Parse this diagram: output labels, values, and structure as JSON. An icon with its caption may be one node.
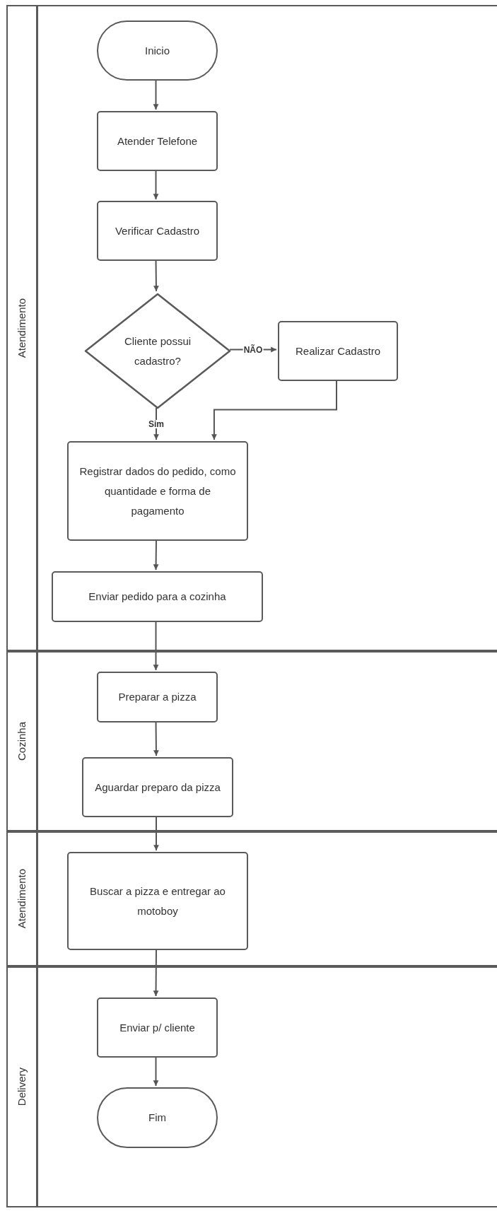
{
  "diagram": {
    "nodes": [
      {
        "text": [
          "Atendimento"
        ]
      },
      {
        "text": [
          "Inicio"
        ],
        "in": 0
      },
      {
        "text": [
          "Atender Telefone"
        ],
        "in": 0
      },
      {
        "text": [
          "Verificar Cadastro"
        ],
        "in": 0
      },
      {
        "text": [
          "Cliente possui cadastro?"
        ],
        "in": 0
      },
      {
        "text": [
          "Realizar Cadastro"
        ],
        "in": 0
      },
      {
        "text": [
          "Registrar dados do pedido, como quantidade e forma de pagamento"
        ],
        "in": 0
      },
      {
        "text": [
          "Enviar pedido para a cozinha"
        ],
        "in": 0
      },
      {
        "text": [
          "Cozinha"
        ]
      },
      {
        "text": [
          "Preparar a pizza"
        ],
        "in": 8
      },
      {
        "text": [
          "Aguardar preparo da pizza"
        ],
        "in": 8
      },
      {
        "text": [
          "Atendimento"
        ]
      },
      {
        "text": [
          "Buscar a pizza e entregar ao motoboy"
        ],
        "in": 11
      },
      {
        "text": [
          "Delivery"
        ]
      },
      {
        "text": [
          "Enviar p/ cliente"
        ],
        "in": 13
      },
      {
        "text": [
          "Fim"
        ],
        "in": 13
      }
    ],
    "edges": [
      {
        "from": 1,
        "to": 2,
        "arrow": "to"
      },
      {
        "from": 2,
        "to": 3,
        "arrow": "to"
      },
      {
        "from": 3,
        "to": 4,
        "arrow": "to"
      },
      {
        "from": 4,
        "to": 5,
        "arrow": "to",
        "label": "NÃO"
      },
      {
        "from": 4,
        "to": 6,
        "arrow": "to",
        "label": "Sim"
      },
      {
        "from": 5,
        "to": 6,
        "arrow": "to"
      },
      {
        "from": 6,
        "to": 7,
        "arrow": "to"
      },
      {
        "from": 7,
        "to": 9,
        "arrow": "to"
      },
      {
        "from": 9,
        "to": 10,
        "arrow": "to"
      },
      {
        "from": 10,
        "to": 12,
        "arrow": "to"
      },
      {
        "from": 12,
        "to": 14,
        "arrow": "to"
      },
      {
        "from": 14,
        "to": 15,
        "arrow": "to"
      }
    ]
  }
}
